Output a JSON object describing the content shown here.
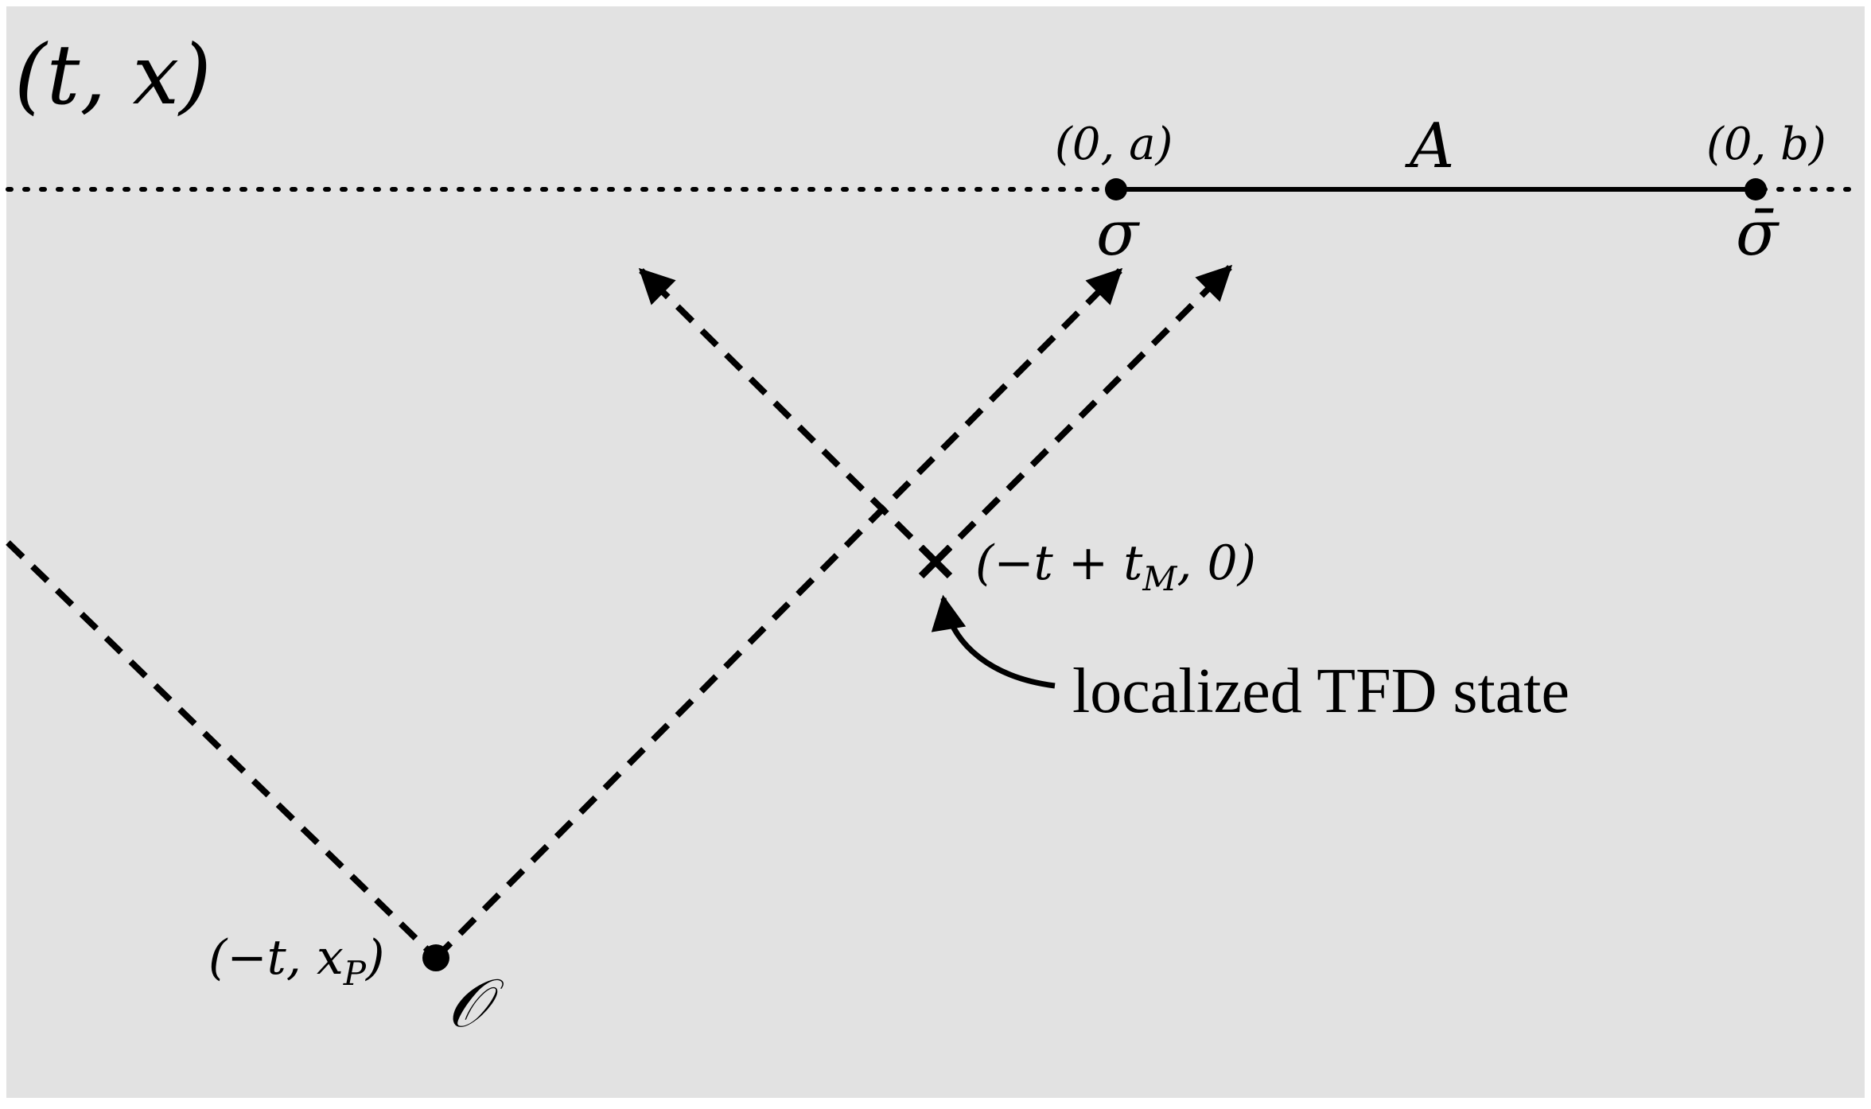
{
  "labels": {
    "coords": "(t, x)",
    "point_a": "(0, a)",
    "point_b": "(0, b)",
    "region": "A",
    "sigma": "σ",
    "sigma_bar": "σ̄",
    "mid_point": "(−t + t",
    "mid_point_sub": "M",
    "mid_point_end": ", 0)",
    "operator_point": "(−t, x",
    "operator_point_sub": "P",
    "operator_point_end": ")",
    "operator": "𝒪",
    "state_annotation": "localized TFD state"
  },
  "colors": {
    "background": "#e2e2e2",
    "ink": "#000000"
  }
}
